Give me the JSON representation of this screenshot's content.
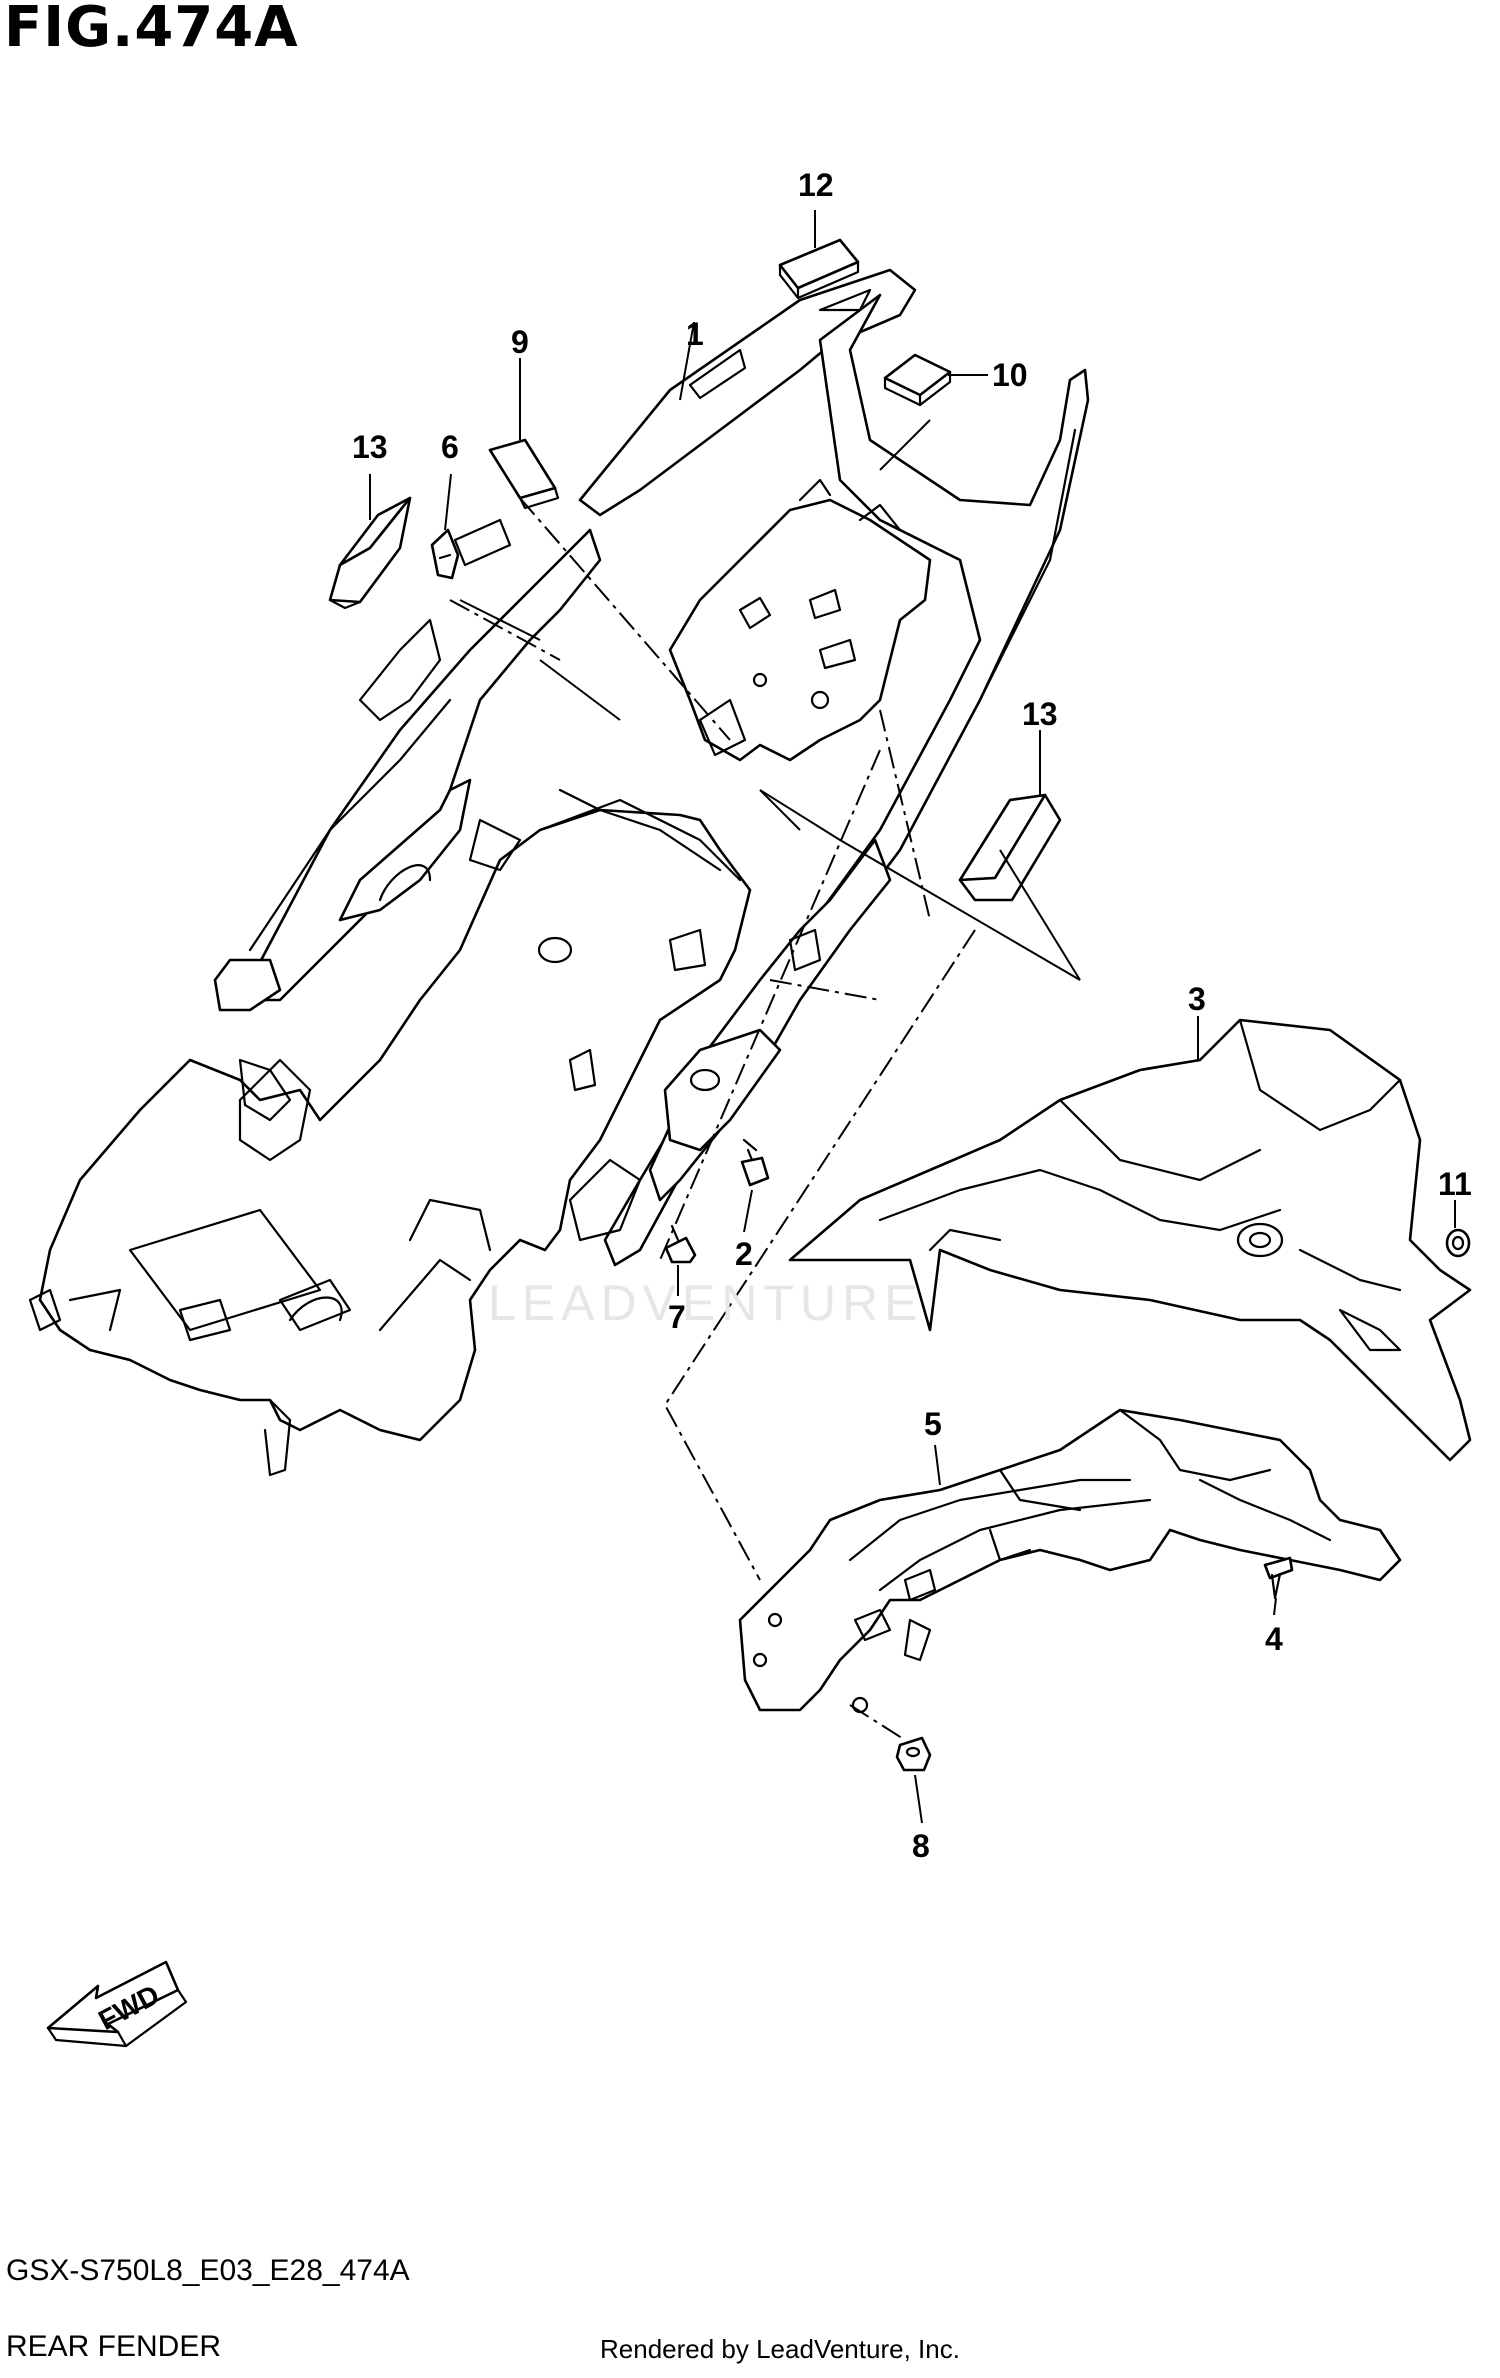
{
  "figure": {
    "title": "FIG.474A",
    "code": "GSX-S750L8_E03_E28_474A",
    "subtitle": "REAR FENDER",
    "rendered_by": "Rendered by LeadVenture, Inc.",
    "watermark": "LEADVENTURE",
    "fwd_label": "FWD"
  },
  "callouts": [
    {
      "id": "c12",
      "label": "12"
    },
    {
      "id": "c1",
      "label": "1"
    },
    {
      "id": "c10",
      "label": "10"
    },
    {
      "id": "c9",
      "label": "9"
    },
    {
      "id": "c13a",
      "label": "13"
    },
    {
      "id": "c6",
      "label": "6"
    },
    {
      "id": "c13b",
      "label": "13"
    },
    {
      "id": "c3",
      "label": "3"
    },
    {
      "id": "c11",
      "label": "11"
    },
    {
      "id": "c2",
      "label": "2"
    },
    {
      "id": "c7",
      "label": "7"
    },
    {
      "id": "c5",
      "label": "5"
    },
    {
      "id": "c4",
      "label": "4"
    },
    {
      "id": "c8",
      "label": "8"
    }
  ]
}
